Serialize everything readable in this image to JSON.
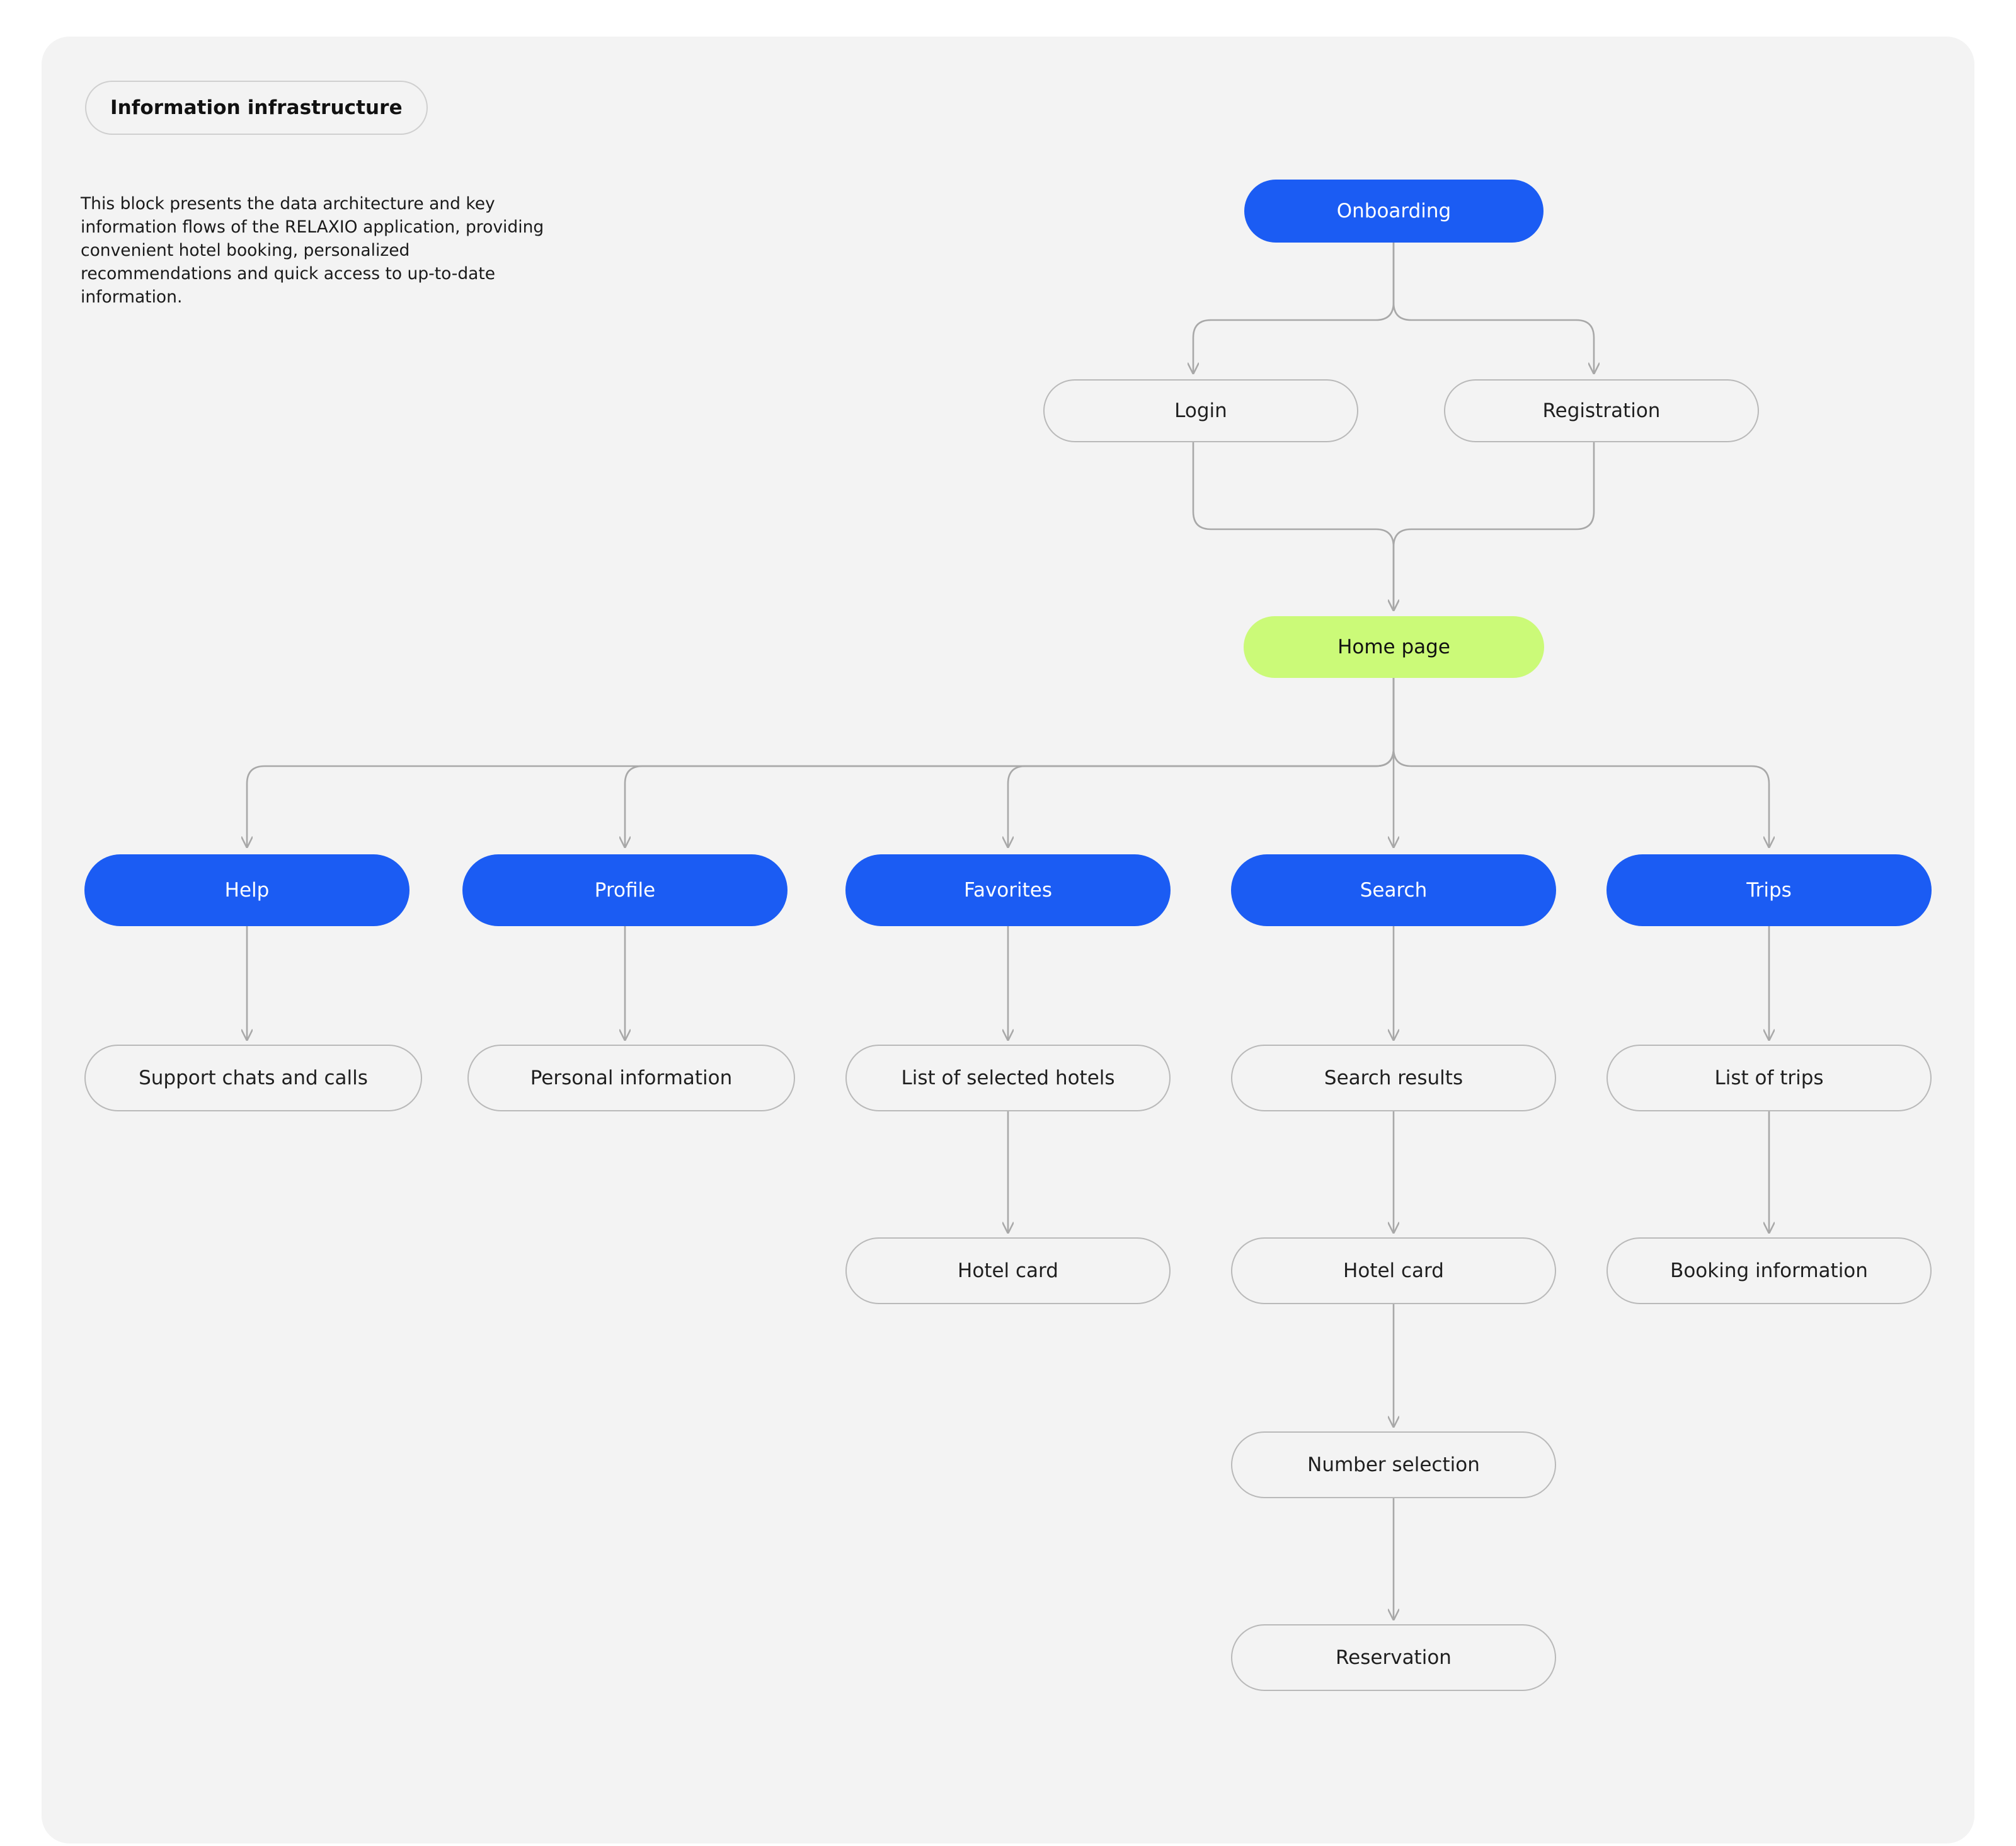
{
  "board": {
    "title": "Information infrastructure",
    "description": "This block presents the data architecture and key information flows of the RELAXIO application, providing convenient hotel booking, personalized recommendations and quick access to up-to-date information.",
    "colors": {
      "page_background": "#ffffff",
      "board_background": "#f3f3f3",
      "primary_node": "#1b5cf3",
      "accent_node": "#cbfa78",
      "node_border": "#b9b9b9",
      "connector": "#a8a8a8",
      "text_dark": "#111111",
      "text_light": "#ffffff"
    }
  },
  "diagram": {
    "type": "flowchart",
    "orientation": "top-down",
    "nodes": [
      {
        "id": "onboarding",
        "label": "Onboarding",
        "style": "primary",
        "level": 0
      },
      {
        "id": "login",
        "label": "Login",
        "style": "plain",
        "level": 1
      },
      {
        "id": "registration",
        "label": "Registration",
        "style": "plain",
        "level": 1
      },
      {
        "id": "home",
        "label": "Home page",
        "style": "accent",
        "level": 2
      },
      {
        "id": "help",
        "label": "Help",
        "style": "primary",
        "level": 3
      },
      {
        "id": "profile",
        "label": "Profile",
        "style": "primary",
        "level": 3
      },
      {
        "id": "favorites",
        "label": "Favorites",
        "style": "primary",
        "level": 3
      },
      {
        "id": "search",
        "label": "Search",
        "style": "primary",
        "level": 3
      },
      {
        "id": "trips",
        "label": "Trips",
        "style": "primary",
        "level": 3
      },
      {
        "id": "support",
        "label": "Support chats and calls",
        "style": "plain",
        "level": 4
      },
      {
        "id": "personal-info",
        "label": "Personal information",
        "style": "plain",
        "level": 4
      },
      {
        "id": "selected-hotels",
        "label": "List of selected hotels",
        "style": "plain",
        "level": 4
      },
      {
        "id": "search-results",
        "label": "Search results",
        "style": "plain",
        "level": 4
      },
      {
        "id": "list-of-trips",
        "label": "List of trips",
        "style": "plain",
        "level": 4
      },
      {
        "id": "hotel-card-fav",
        "label": "Hotel card",
        "style": "plain",
        "level": 5
      },
      {
        "id": "hotel-card-search",
        "label": "Hotel card",
        "style": "plain",
        "level": 5
      },
      {
        "id": "booking-info",
        "label": "Booking information",
        "style": "plain",
        "level": 5
      },
      {
        "id": "number-selection",
        "label": "Number selection",
        "style": "plain",
        "level": 6
      },
      {
        "id": "reservation",
        "label": "Reservation",
        "style": "plain",
        "level": 7
      }
    ],
    "edges": [
      {
        "from": "onboarding",
        "to": "login"
      },
      {
        "from": "onboarding",
        "to": "registration"
      },
      {
        "from": "login",
        "to": "home"
      },
      {
        "from": "registration",
        "to": "home"
      },
      {
        "from": "home",
        "to": "help"
      },
      {
        "from": "home",
        "to": "profile"
      },
      {
        "from": "home",
        "to": "favorites"
      },
      {
        "from": "home",
        "to": "search"
      },
      {
        "from": "home",
        "to": "trips"
      },
      {
        "from": "help",
        "to": "support"
      },
      {
        "from": "profile",
        "to": "personal-info"
      },
      {
        "from": "favorites",
        "to": "selected-hotels"
      },
      {
        "from": "search",
        "to": "search-results"
      },
      {
        "from": "trips",
        "to": "list-of-trips"
      },
      {
        "from": "selected-hotels",
        "to": "hotel-card-fav"
      },
      {
        "from": "search-results",
        "to": "hotel-card-search"
      },
      {
        "from": "list-of-trips",
        "to": "booking-info"
      },
      {
        "from": "hotel-card-search",
        "to": "number-selection"
      },
      {
        "from": "number-selection",
        "to": "reservation"
      }
    ]
  }
}
